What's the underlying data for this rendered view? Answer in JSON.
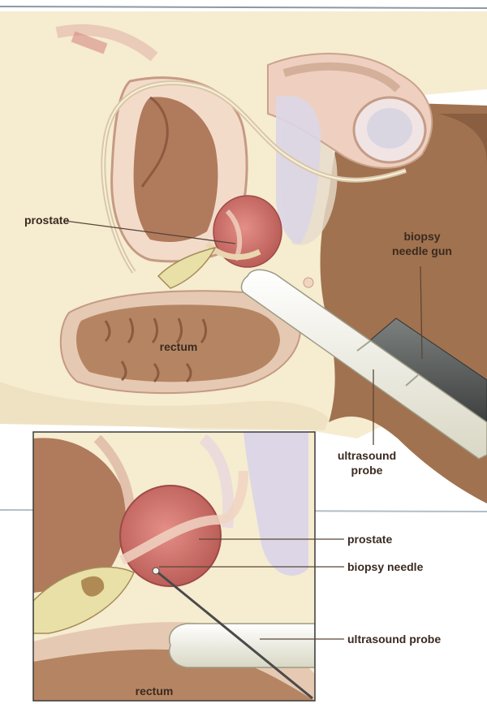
{
  "main_view": {
    "labels": {
      "prostate": "prostate",
      "rectum": "rectum",
      "biopsy_needle_gun_line1": "biopsy",
      "biopsy_needle_gun_line2": "needle gun",
      "ultrasound_probe_line1": "ultrasound",
      "ultrasound_probe_line2": "probe"
    }
  },
  "inset_view": {
    "labels": {
      "prostate": "prostate",
      "biopsy_needle": "biopsy needle",
      "ultrasound_probe": "ultrasound probe",
      "rectum": "rectum"
    }
  },
  "colors": {
    "tissue": "#f6ecd0",
    "skin": "#a1724f",
    "prostate": "#cf6a66",
    "bladder": "#f3dbca",
    "bladder_inner": "#b07a5c",
    "rectum": "#b58563",
    "probe": "#ededdf",
    "gun": "#5a5d5c"
  }
}
